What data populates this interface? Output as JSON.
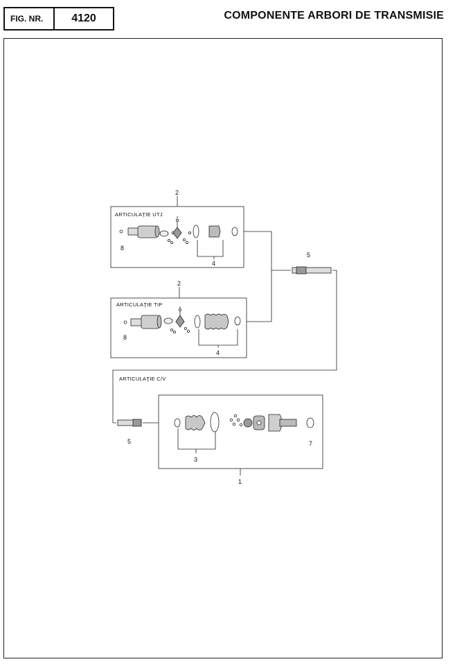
{
  "header": {
    "fig_label": "FIG. NR.",
    "fig_number": "4120",
    "title": "COMPONENTE ARBORI DE TRANSMISIE"
  },
  "diagram": {
    "sections": {
      "utj": "ARTICULAŢIE UTJ",
      "tip": "ARTICULAŢIE TIP",
      "cv": "ARTICULAŢIE C/V"
    },
    "callouts": {
      "utj_assembly": "2",
      "utj_shaft": "8",
      "utj_boot": "4",
      "tip_assembly": "2",
      "tip_shaft": "8",
      "tip_boot": "4",
      "shaft_right": "5",
      "shaft_left": "5",
      "cv_boot": "3",
      "cv_clip": "7",
      "cv_assembly": "1"
    }
  }
}
